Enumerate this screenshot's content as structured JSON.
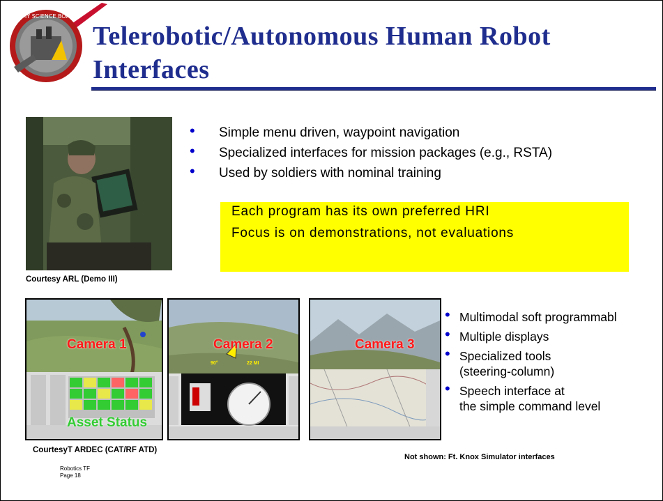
{
  "slide": {
    "title_line1": "Telerobotic/Autonomous Human Robot",
    "title_line2": "Interfaces",
    "title_color": "#1f2d8e",
    "bullet_color": "#0000cc",
    "highlight_color": "#ffff00",
    "camera_label_color": "#ff1a1a",
    "asset_label_color": "#33cc33"
  },
  "logo": {
    "icon": "army-science-board-seal",
    "text": "ARMY SCIENCE BOARD"
  },
  "top_section": {
    "photo_icon": "soldier-at-vehicle-display-photo",
    "caption": "Courtesy ARL (Demo III)",
    "bullets": [
      "Simple menu driven, waypoint navigation",
      "Specialized interfaces for mission packages (e.g., RSTA)",
      "Used by soldiers with nominal training"
    ],
    "highlight_notes": [
      "Each program has its own preferred HRI",
      "Focus is on demonstrations, not evaluations"
    ]
  },
  "bottom_section": {
    "screens": [
      {
        "camera_label": "Camera 1",
        "overlay_label": "Asset Status"
      },
      {
        "camera_label": "Camera 2",
        "readout_left": "90°",
        "readout_right": "22 MI"
      },
      {
        "camera_label": "Camera 3"
      }
    ],
    "caption_left": "CourtesyT ARDEC (CAT/RF ATD)",
    "bullets": [
      "Multimodal soft programmabl",
      "Multiple displays",
      "Specialized tools (steering-column)",
      "Speech interface at the simple command level"
    ],
    "bullet_lines": {
      "b3_l1": "Specialized tools",
      "b3_l2": "(steering-column)",
      "b4_l1": "Speech interface at",
      "b4_l2": "the simple command level"
    },
    "caption_right": "Not shown: Ft. Knox Simulator interfaces"
  },
  "footer": {
    "line1": "Robotics TF",
    "line2": "Page 18"
  }
}
